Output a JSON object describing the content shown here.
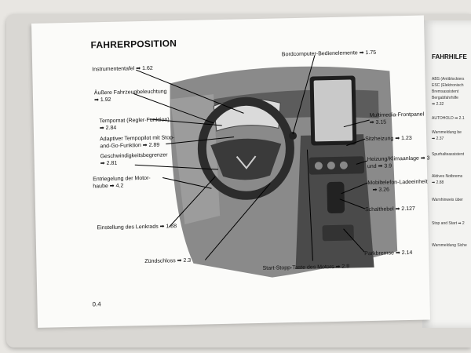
{
  "left_page": {
    "heading": "FAHRERPOSITION",
    "page_number": "0.4",
    "callouts": [
      {
        "id": "instrumententafel",
        "text": "Instrumententafel ➡ 1.62"
      },
      {
        "id": "fahrzeugbeleuchtung_1",
        "text": "Äußere Fahrzeugbeleuchtung"
      },
      {
        "id": "fahrzeugbeleuchtung_2",
        "text": "➡ 1.92"
      },
      {
        "id": "tempomat_1",
        "text": "Tempomat (Regler-Funktion)"
      },
      {
        "id": "tempomat_2",
        "text": "➡ 2.84"
      },
      {
        "id": "tempopilot_1",
        "text": "Adaptiver Tempopilot mit Stop-"
      },
      {
        "id": "tempopilot_2",
        "text": "and-Go-Funktion ➡ 2.89"
      },
      {
        "id": "begrenzer_1",
        "text": "Geschwindigkeitsbegrenzer"
      },
      {
        "id": "begrenzer_2",
        "text": "➡ 2.81"
      },
      {
        "id": "motorhaube_1",
        "text": "Entriegelung der Motor-"
      },
      {
        "id": "motorhaube_2",
        "text": "haube ➡ 4.2"
      },
      {
        "id": "lenkrad",
        "text": "Einstellung des Lenkrads ➡ 1.88"
      },
      {
        "id": "zuendschloss",
        "text": "Zündschloss ➡ 2.3"
      },
      {
        "id": "startstopp",
        "text": "Start-Stopp-Taste des Motors ➡ 2.8"
      },
      {
        "id": "bordcomputer",
        "text": "Bordcomputer-Bedienelemente ➡ 1.75"
      },
      {
        "id": "multimedia_1",
        "text": "Multimedia-Frontpanel"
      },
      {
        "id": "multimedia_2",
        "text": "➡ 3.15"
      },
      {
        "id": "sitzheizung",
        "text": "Sitzheizung ➡ 1.23"
      },
      {
        "id": "klima_1",
        "text": "Heizung/Klimaanlage ➡ 3"
      },
      {
        "id": "klima_2",
        "text": "und ➡ 3.9"
      },
      {
        "id": "mobiltelefon_1",
        "text": "Mobiltelefon-Ladeeinheit"
      },
      {
        "id": "mobiltelefon_2",
        "text": "➡ 3.26"
      },
      {
        "id": "schalthebel",
        "text": "Schalthebel ➡ 2.127"
      },
      {
        "id": "parkbremse",
        "text": "Parkbremse ➡ 2.14"
      }
    ]
  },
  "right_page": {
    "heading": "FAHRHILFE",
    "lines": [
      "ABS (Antiblockiers",
      "ESC (Elektronisch",
      "Bremsassistent",
      "Bergabfahrhilfe",
      "➡ 2.32",
      "AUTOHOLD ➡ 2.1",
      "Warnmeldung be",
      "➡ 2.37",
      "Spurhalteassistent",
      "Aktives Notbrems",
      "➡ 2.88",
      "Warnhinweis über",
      "Stop and Start ➡ 2",
      "Warnmeldung Siche"
    ]
  },
  "colors": {
    "paper": "#fbfbf9",
    "ink": "#111111",
    "dashboard": "#6d6d6d"
  }
}
